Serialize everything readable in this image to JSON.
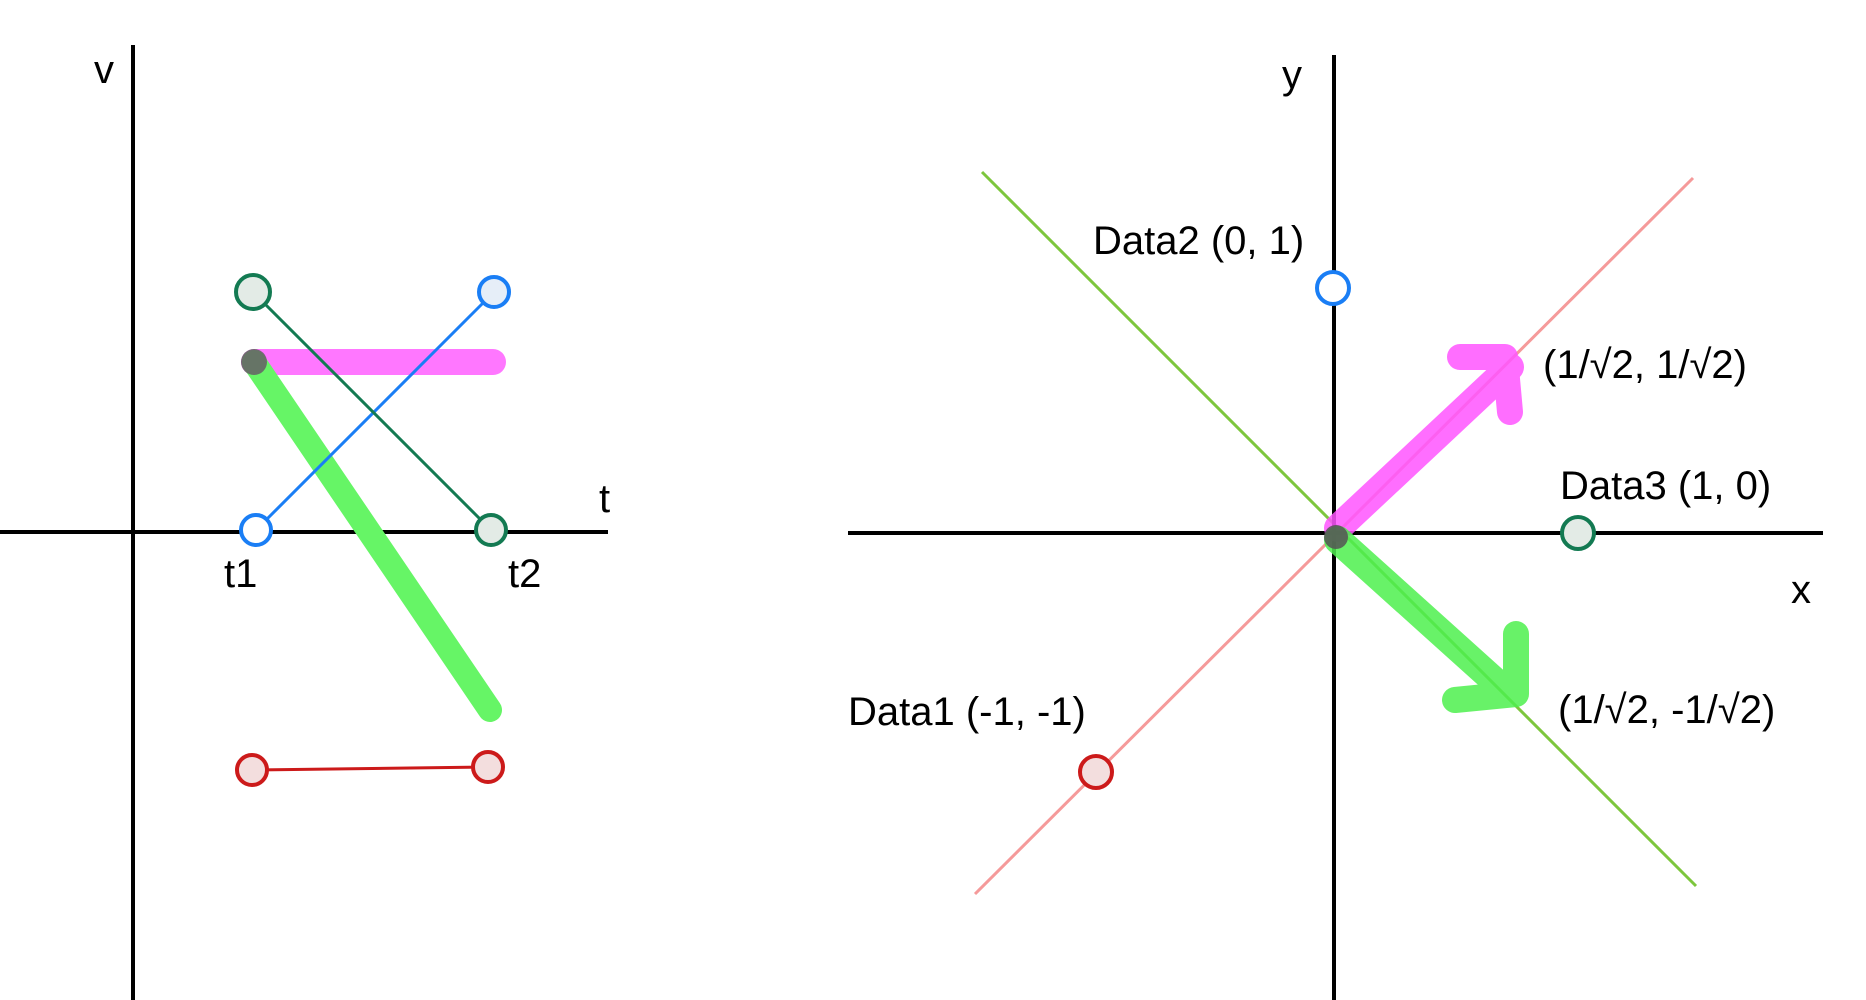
{
  "left_plot": {
    "y_axis_label": "v",
    "x_axis_label": "t",
    "ticks": [
      "t1",
      "t2"
    ]
  },
  "right_plot": {
    "y_axis_label": "y",
    "x_axis_label": "x",
    "annotations": {
      "data1": "Data1 (-1, -1)",
      "data2": "Data2 (0, 1)",
      "data3": "Data3 (1, 0)",
      "pc1": "(1/√2, 1/√2)",
      "pc2": "(1/√2, -1/√2)"
    }
  },
  "colors": {
    "axis": "#000000",
    "data1": "#cc1a1a",
    "data2": "#1a7ef5",
    "data3": "#137a52",
    "pc1_vector": "#ff77ff",
    "pc2_vector": "#66f566",
    "pc1_line": "#f59a9a",
    "pc2_line": "#7dc63d",
    "origin_marker": "#666666"
  }
}
